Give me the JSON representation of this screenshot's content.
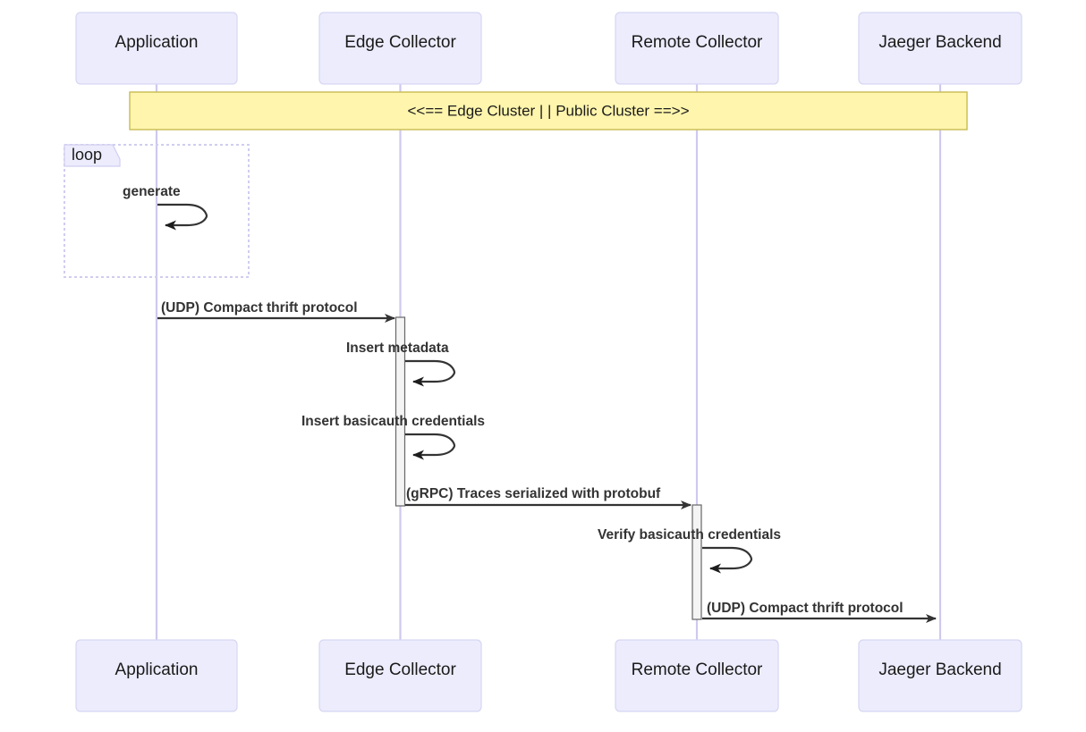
{
  "diagram": {
    "type": "sequence-diagram",
    "title": "",
    "colors": {
      "participant_fill": "#ececfd",
      "participant_stroke": "#d6d6f3",
      "lifeline": "#cfc9ee",
      "note_fill": "#fff5ad",
      "note_stroke": "#c7bc52",
      "activation_fill": "#f4f4f4",
      "activation_stroke": "#666666",
      "message_stroke": "#333333",
      "loop_frame": "#d0cdf0",
      "text": "#1a1a1a"
    },
    "participants": [
      {
        "id": "application",
        "label": "Application"
      },
      {
        "id": "edge-collector",
        "label": "Edge Collector"
      },
      {
        "id": "remote-collector",
        "label": "Remote Collector"
      },
      {
        "id": "jaeger-backend",
        "label": "Jaeger Backend"
      }
    ],
    "note": {
      "text": "<<== Edge Cluster | | Public Cluster ==>>"
    },
    "fragments": [
      {
        "id": "loop-1",
        "kind": "loop",
        "label": "loop"
      }
    ],
    "messages": [
      {
        "id": "m1",
        "from": "application",
        "to": "application",
        "self": true,
        "label": "generate",
        "inside_fragment": "loop-1"
      },
      {
        "id": "m2",
        "from": "application",
        "to": "edge-collector",
        "self": false,
        "label": "(UDP) Compact thrift protocol"
      },
      {
        "id": "m3",
        "from": "edge-collector",
        "to": "edge-collector",
        "self": true,
        "label": "Insert metadata"
      },
      {
        "id": "m4",
        "from": "edge-collector",
        "to": "edge-collector",
        "self": true,
        "label": "Insert basicauth credentials"
      },
      {
        "id": "m5",
        "from": "edge-collector",
        "to": "remote-collector",
        "self": false,
        "label": "(gRPC) Traces serialized with protobuf"
      },
      {
        "id": "m6",
        "from": "remote-collector",
        "to": "remote-collector",
        "self": true,
        "label": "Verify basicauth credentials"
      },
      {
        "id": "m7",
        "from": "remote-collector",
        "to": "jaeger-backend",
        "self": false,
        "label": "(UDP) Compact thrift protocol"
      }
    ],
    "footer_participants": [
      {
        "id": "application",
        "label": "Application"
      },
      {
        "id": "edge-collector",
        "label": "Edge Collector"
      },
      {
        "id": "remote-collector",
        "label": "Remote Collector"
      },
      {
        "id": "jaeger-backend",
        "label": "Jaeger Backend"
      }
    ]
  }
}
